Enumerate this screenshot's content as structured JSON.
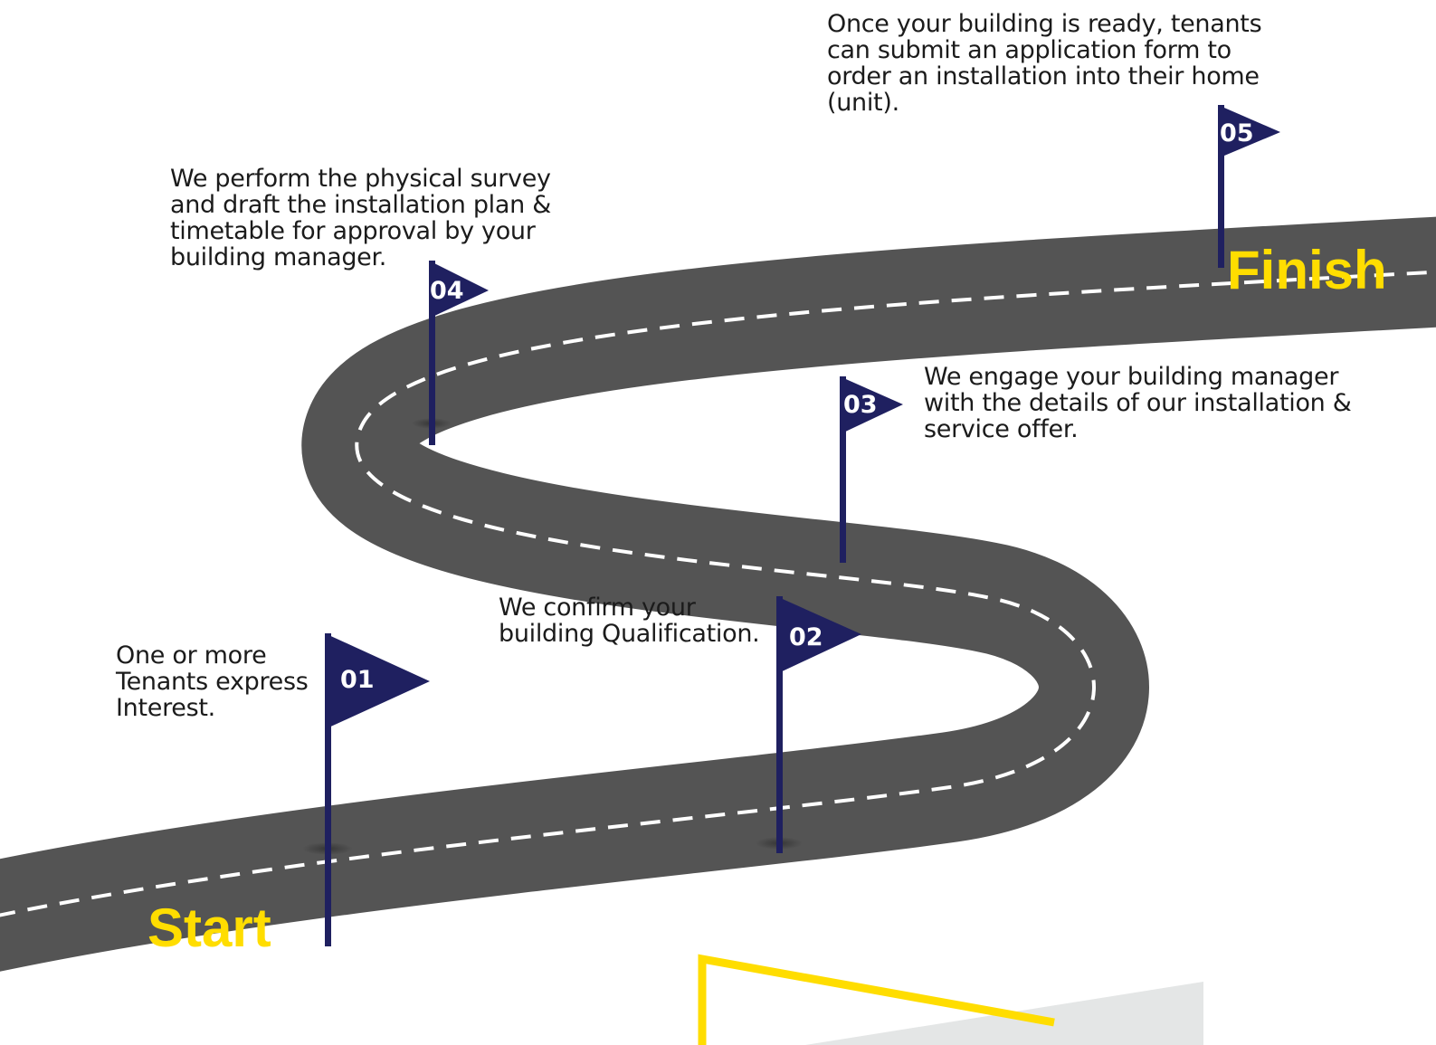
{
  "colors": {
    "road": "#545454",
    "road_edge": "#ffffff",
    "flag": "#1f2060",
    "accent": "#ffdd00",
    "panel": "#e4e6e6"
  },
  "labels": {
    "start": "Start",
    "finish": "Finish"
  },
  "steps": [
    {
      "number": "01",
      "text": "One or more\nTenants express\nInterest."
    },
    {
      "number": "02",
      "text": "We confirm your\nbuilding Qualification."
    },
    {
      "number": "03",
      "text": "We engage your building manager\nwith the details of our installation &\nservice offer."
    },
    {
      "number": "04",
      "text": "We perform the physical survey\nand draft the installation plan &\ntimetable for approval by your\nbuilding manager."
    },
    {
      "number": "05",
      "text": "Once your building is ready, tenants\ncan submit an application form to\norder an installation into their home\n(unit)."
    }
  ]
}
